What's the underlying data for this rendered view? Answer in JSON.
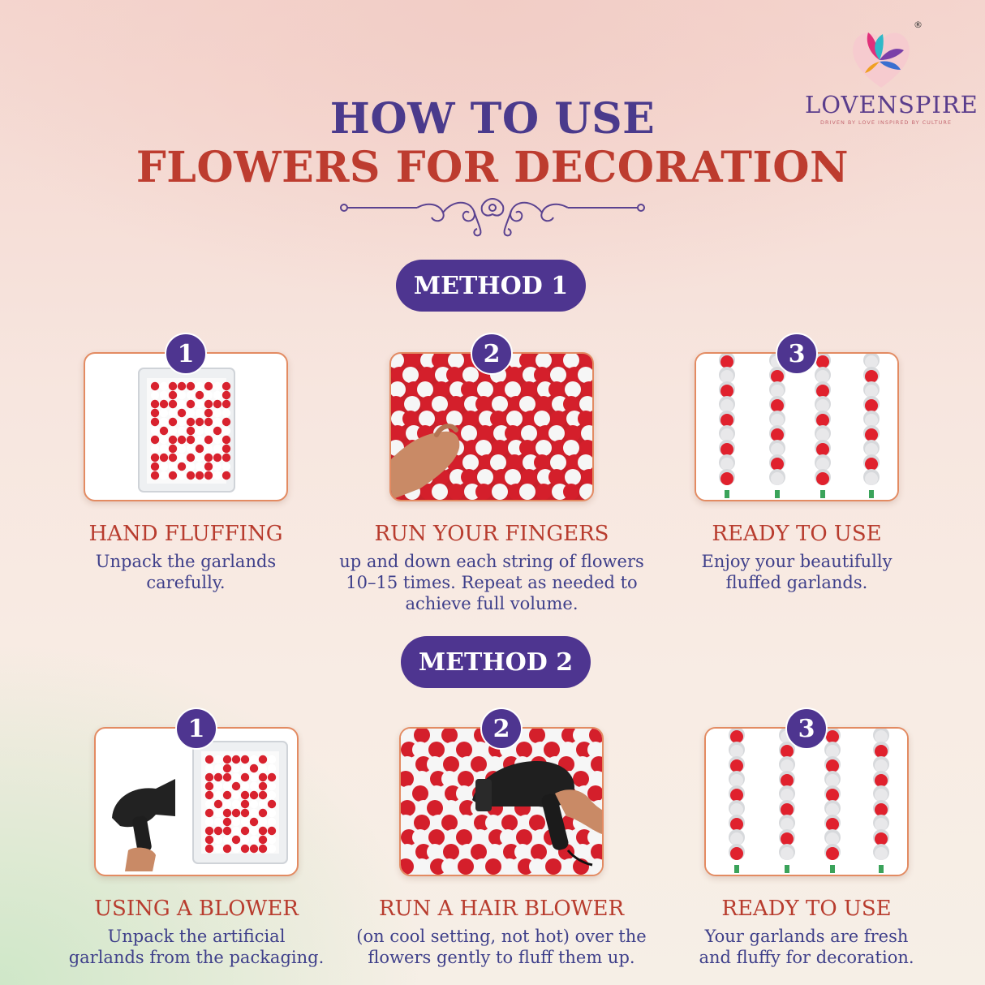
{
  "brand": {
    "name": "LOVENSPIRE",
    "tagline": "DRIVEN BY LOVE INSPIRED BY CULTURE",
    "registered_mark": "®"
  },
  "title": {
    "line1": "HOW TO USE",
    "line2": "FLOWERS FOR DECORATION"
  },
  "colors": {
    "primary_purple": "#4e3590",
    "accent_red": "#bd3c2f",
    "card_border": "#e38b62"
  },
  "methods": [
    {
      "label": "METHOD 1",
      "steps": [
        {
          "number": "1",
          "heading": "HAND FLUFFING",
          "desc_lines": [
            "Unpack the garlands",
            "carefully."
          ],
          "image": "packaged-garlands"
        },
        {
          "number": "2",
          "heading": "RUN YOUR FINGERS",
          "desc_lines": [
            "up and down each string of flowers",
            "10–15 times. Repeat as needed to",
            "achieve full volume."
          ],
          "image": "hand-fluffing-garlands"
        },
        {
          "number": "3",
          "heading": "READY TO USE",
          "desc_lines": [
            "Enjoy your beautifully",
            "fluffed garlands."
          ],
          "image": "hanging-garlands"
        }
      ]
    },
    {
      "label": "METHOD 2",
      "steps": [
        {
          "number": "1",
          "heading": "USING A BLOWER",
          "desc_lines": [
            "Unpack the artificial",
            "garlands from the packaging."
          ],
          "image": "hair-dryer-with-package"
        },
        {
          "number": "2",
          "heading": "RUN A HAIR BLOWER",
          "desc_lines": [
            "(on cool setting, not hot) over the",
            "flowers gently to fluff them up."
          ],
          "image": "hair-dryer-on-garlands"
        },
        {
          "number": "3",
          "heading": "READY TO USE",
          "desc_lines": [
            "Your garlands are fresh",
            "and fluffy for decoration."
          ],
          "image": "hanging-garlands"
        }
      ]
    }
  ]
}
